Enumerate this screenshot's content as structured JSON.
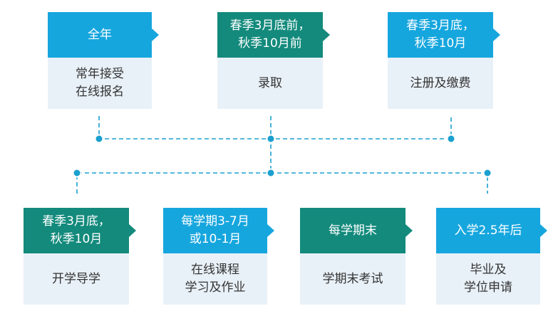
{
  "colors": {
    "teal": "#138a7c",
    "blue": "#16a6de",
    "body_bg": "#e9f1f8",
    "connector": "#1aa0cf"
  },
  "steps": [
    {
      "head": "全年",
      "body": "常年接受\n在线报名",
      "color": "#16a6de"
    },
    {
      "head": "春季3月底前，\n秋季10月前",
      "body": "录取",
      "color": "#138a7c"
    },
    {
      "head": "春季3月底，\n秋季10月",
      "body": "注册及缴费",
      "color": "#16a6de"
    },
    {
      "head": "春季3月底，\n秋季10月",
      "body": "开学导学",
      "color": "#138a7c"
    },
    {
      "head": "每学期3-7月\n或10-1月",
      "body": "在线课程\n学习及作业",
      "color": "#16a6de"
    },
    {
      "head": "每学期末",
      "body": "学期末考试",
      "color": "#138a7c"
    },
    {
      "head": "入学2.5年后",
      "body": "毕业及\n学位申请",
      "color": "#16a6de"
    }
  ]
}
